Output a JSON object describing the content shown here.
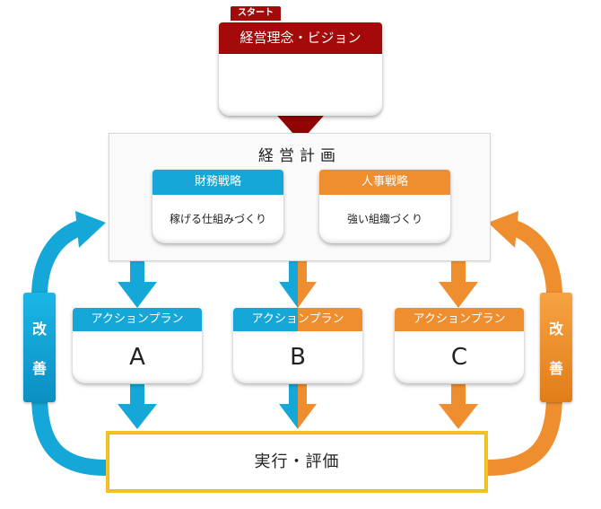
{
  "start": {
    "tag": "スタート",
    "title": "経営理念・ビジョン"
  },
  "plan": {
    "title": "経営計画",
    "finance": {
      "title": "財務戦略",
      "text": "稼げる仕組みづくり"
    },
    "hr": {
      "title": "人事戦略",
      "text": "強い組織づくり"
    }
  },
  "actions": [
    {
      "header": "アクションプラン",
      "letter": "A"
    },
    {
      "header": "アクションプラン",
      "letter": "B"
    },
    {
      "header": "アクションプラン",
      "letter": "C"
    }
  ],
  "execute": {
    "label": "実行・評価"
  },
  "improve": {
    "left": [
      "改",
      "善"
    ],
    "right": [
      "改",
      "善"
    ]
  },
  "colors": {
    "dark_red": "#a50a0a",
    "blue": "#14a7d8",
    "orange": "#ef8e2e",
    "gold": "#f2c326"
  }
}
